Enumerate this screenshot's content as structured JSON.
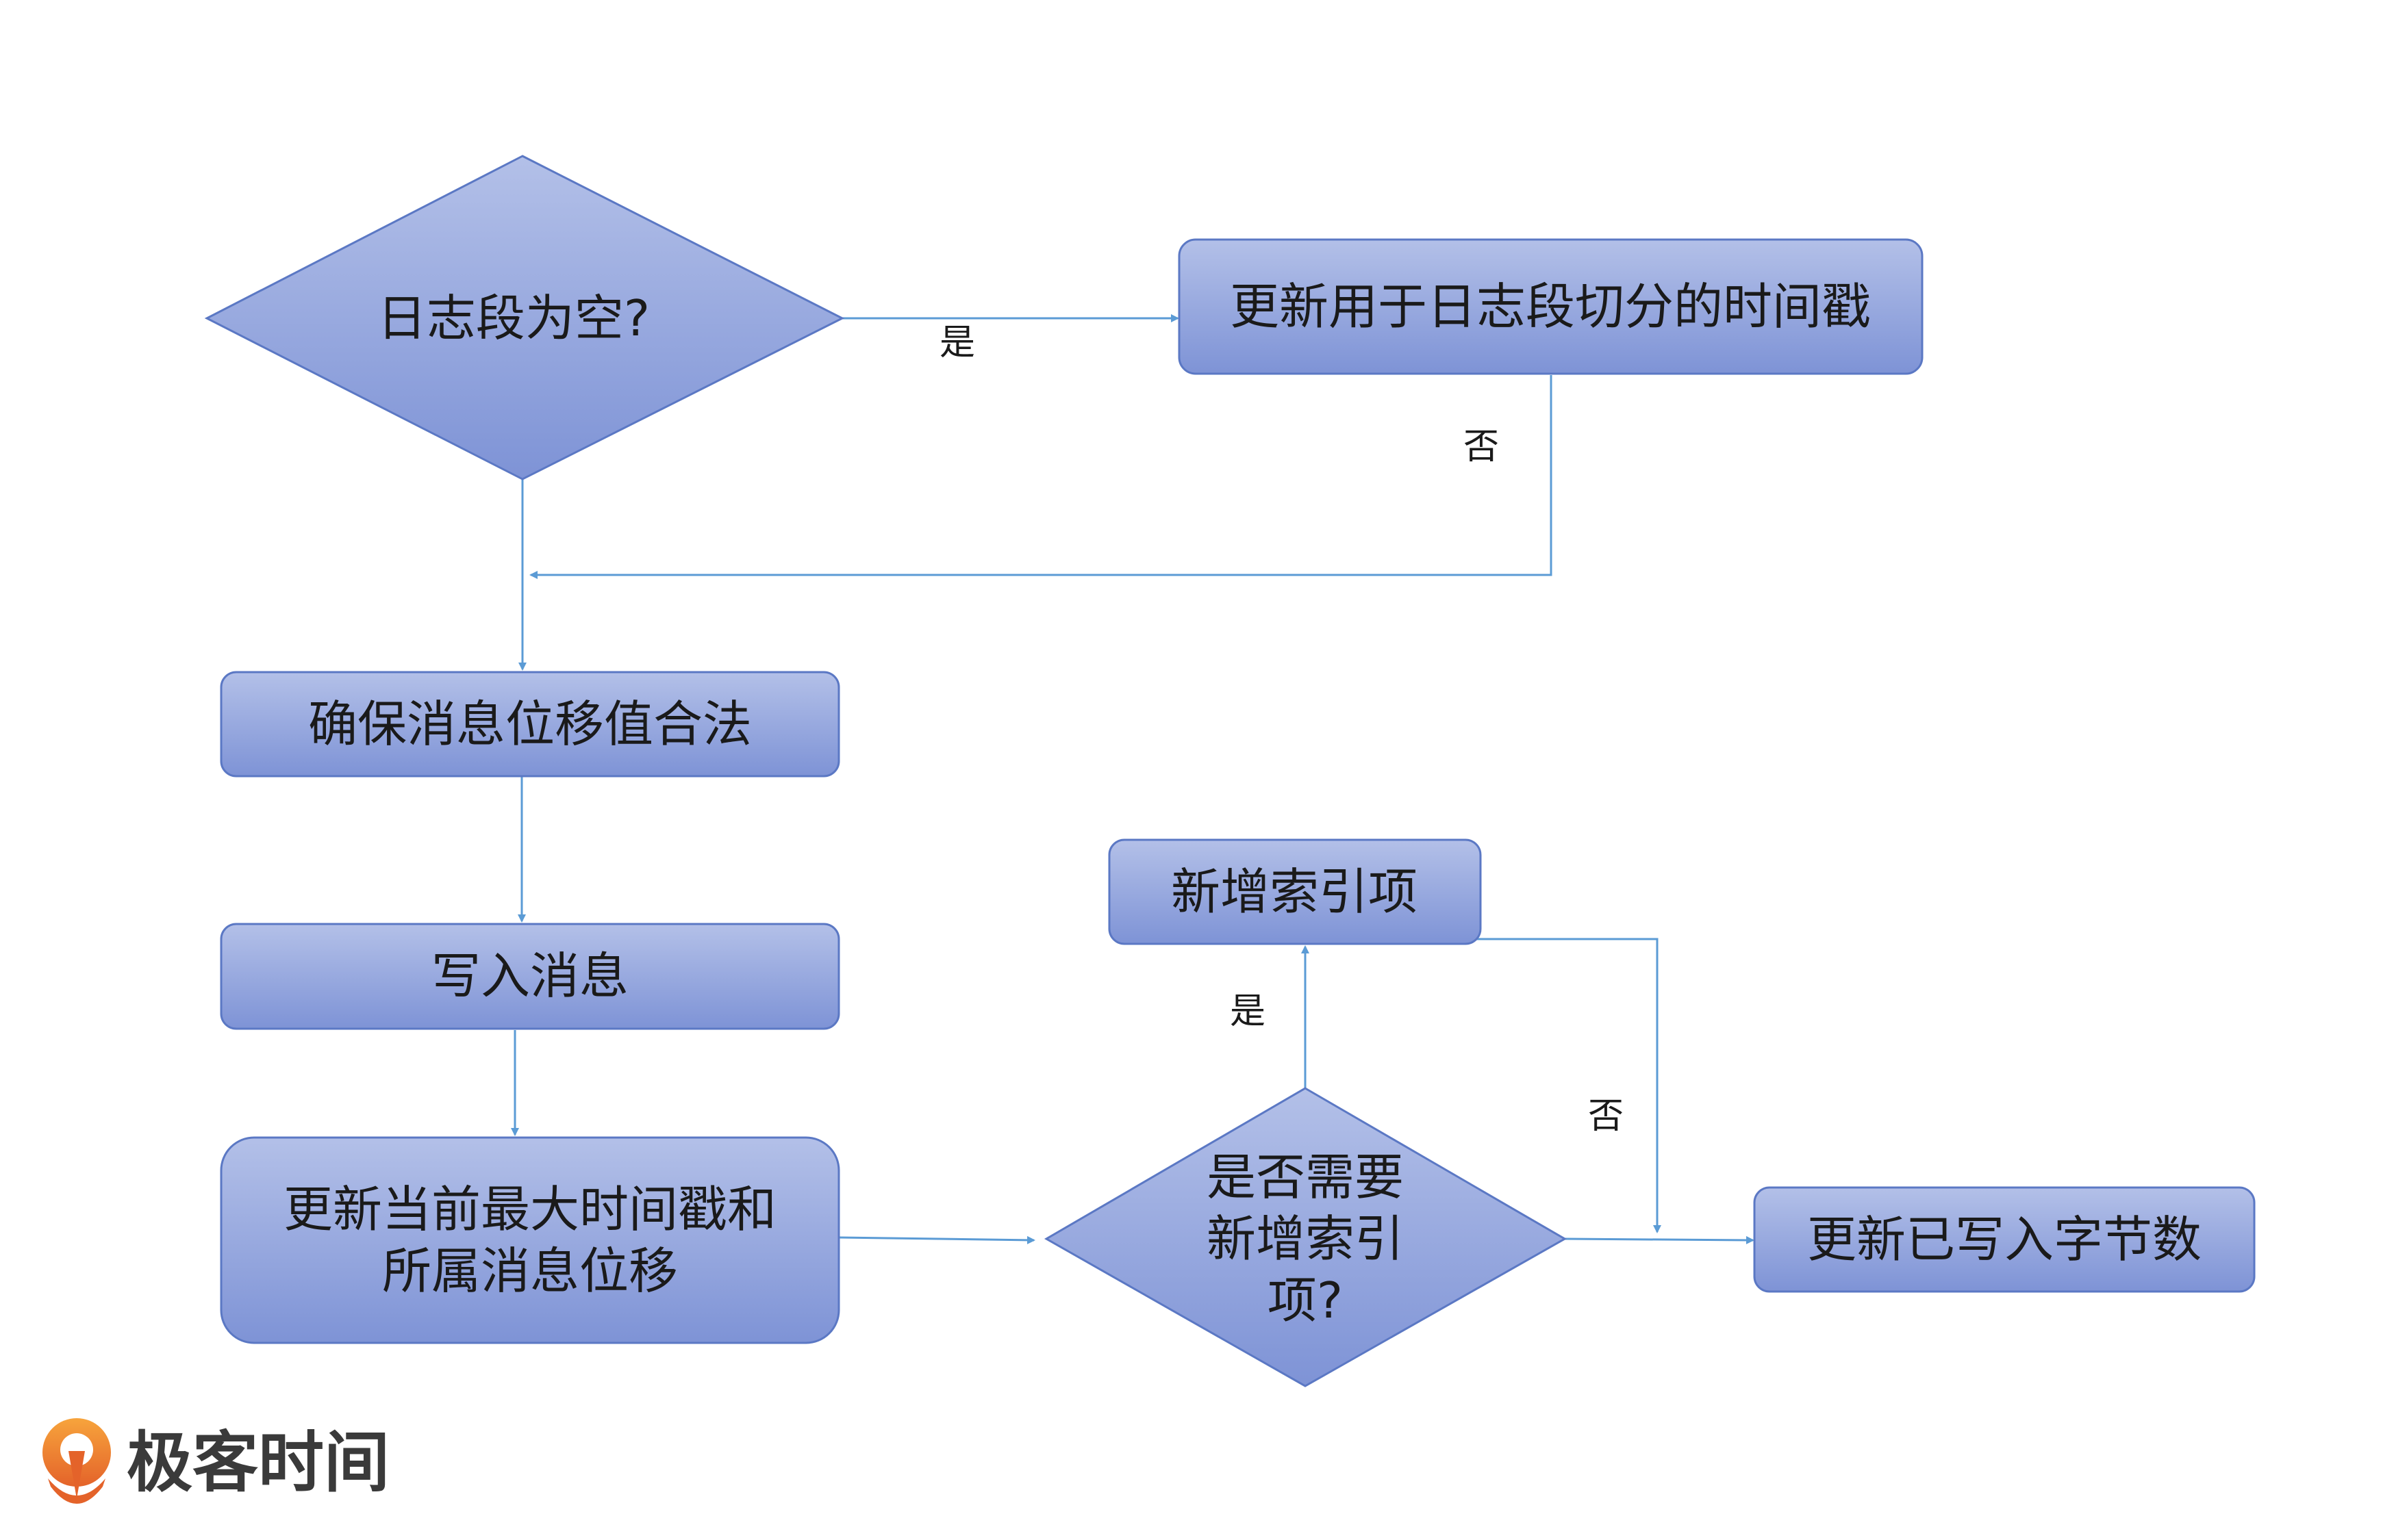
{
  "nodes": {
    "log_segment_empty": {
      "lines": [
        "日志段为空?"
      ],
      "shape": "diamond"
    },
    "update_split_timestamp": {
      "lines": [
        "更新用于日志段切分的时间戳"
      ],
      "shape": "rounded-rect"
    },
    "ensure_offset_valid": {
      "lines": [
        "确保消息位移值合法"
      ],
      "shape": "rounded-rect"
    },
    "write_message": {
      "lines": [
        "写入消息"
      ],
      "shape": "rounded-rect"
    },
    "update_max_timestamp": {
      "lines": [
        "更新当前最大时间戳和",
        "所属消息位移"
      ],
      "shape": "rounded-rect"
    },
    "need_new_index": {
      "lines": [
        "是否需要",
        "新增索引",
        "项?"
      ],
      "shape": "diamond"
    },
    "add_index_entry": {
      "lines": [
        "新增索引项"
      ],
      "shape": "rounded-rect"
    },
    "update_bytes_written": {
      "lines": [
        "更新已写入字节数"
      ],
      "shape": "rounded-rect"
    }
  },
  "edges": [
    {
      "from": "log_segment_empty",
      "to": "update_split_timestamp",
      "label": "是"
    },
    {
      "from": "update_split_timestamp",
      "to": "ensure_offset_valid",
      "label": "否"
    },
    {
      "from": "log_segment_empty",
      "to": "ensure_offset_valid",
      "label": ""
    },
    {
      "from": "ensure_offset_valid",
      "to": "write_message",
      "label": ""
    },
    {
      "from": "write_message",
      "to": "update_max_timestamp",
      "label": ""
    },
    {
      "from": "update_max_timestamp",
      "to": "need_new_index",
      "label": ""
    },
    {
      "from": "need_new_index",
      "to": "add_index_entry",
      "label": "是"
    },
    {
      "from": "need_new_index",
      "to": "update_bytes_written",
      "label": ""
    },
    {
      "from": "add_index_entry",
      "to": "update_bytes_written",
      "label": "否"
    }
  ],
  "logo": {
    "text": "极客时间"
  },
  "colors": {
    "node_fill_top": "#b3c0e8",
    "node_fill_bottom": "#7e93d6",
    "node_stroke": "#5b78c4",
    "edge": "#5b9bd5",
    "logo_orange": "#f08c2c"
  }
}
